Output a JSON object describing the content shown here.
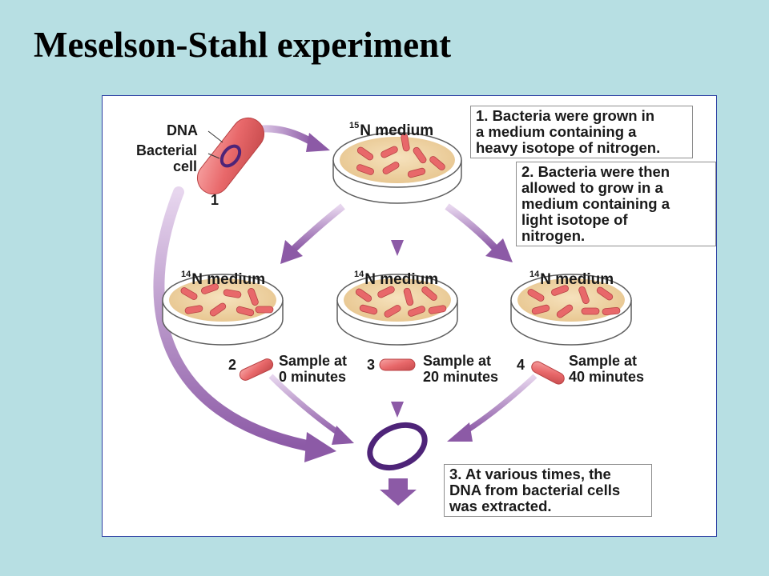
{
  "title": "Meselson-Stahl experiment",
  "labels": {
    "dna": "DNA",
    "bacterial_cell": [
      "Bacterial",
      "cell"
    ],
    "step1_num": "1",
    "step2_num": "2",
    "step3_num": "3",
    "step4_num": "4"
  },
  "dishes": {
    "top": {
      "isotope": "15",
      "medium": "N medium"
    },
    "left": {
      "isotope": "14",
      "medium": "N medium"
    },
    "middle": {
      "isotope": "14",
      "medium": "N medium"
    },
    "right": {
      "isotope": "14",
      "medium": "N medium"
    }
  },
  "samples": [
    [
      "Sample at",
      "0 minutes"
    ],
    [
      "Sample at",
      "20 minutes"
    ],
    [
      "Sample at",
      "40 minutes"
    ]
  ],
  "notes": {
    "note1": [
      "1. Bacteria were grown in",
      "a medium containing a",
      "heavy isotope of nitrogen."
    ],
    "note2": [
      "2. Bacteria were then",
      "allowed to grow in a",
      "medium containing a",
      "light isotope of",
      "nitrogen."
    ],
    "note3": [
      "3. At various times, the",
      "DNA from bacterial cells",
      "was extracted."
    ]
  },
  "colors": {
    "background": "#b7dfe3",
    "arrow": "#8c5aa6",
    "dna_ring": "#4e2478",
    "bacterium": "#e8686a",
    "medium": "#f1d6a8",
    "border": "#2c3fa3"
  }
}
